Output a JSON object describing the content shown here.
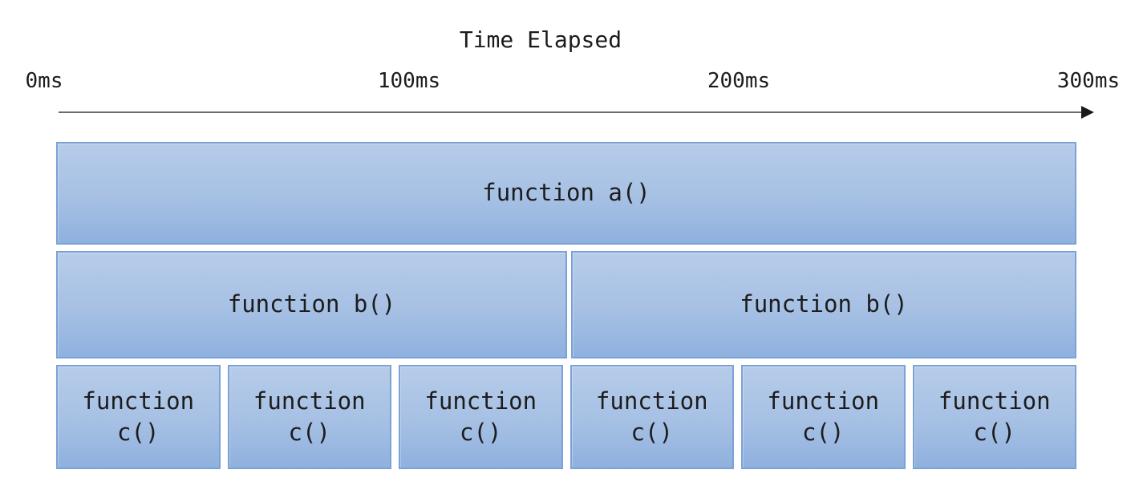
{
  "title": "Time Elapsed",
  "axis": {
    "ticks": [
      "0ms",
      "100ms",
      "200ms",
      "300ms"
    ]
  },
  "rows": {
    "a": {
      "boxes": [
        {
          "label": "function a()"
        }
      ]
    },
    "b": {
      "boxes": [
        {
          "label": "function b()"
        },
        {
          "label": "function b()"
        }
      ]
    },
    "c": {
      "boxes": [
        {
          "line1": "function",
          "line2": "c()"
        },
        {
          "line1": "function",
          "line2": "c()"
        },
        {
          "line1": "function",
          "line2": "c()"
        },
        {
          "line1": "function",
          "line2": "c()"
        },
        {
          "line1": "function",
          "line2": "c()"
        },
        {
          "line1": "function",
          "line2": "c()"
        }
      ]
    }
  },
  "colors": {
    "box_fill_top": "#b6cce9",
    "box_fill_mid": "#a6c0e4",
    "box_fill_bottom": "#8fb1de",
    "box_border": "#7aa2d6",
    "axis_line": "#6e6a64",
    "arrowhead": "#1a1a1a",
    "text": "#1c1c1c",
    "background": "#ffffff"
  }
}
